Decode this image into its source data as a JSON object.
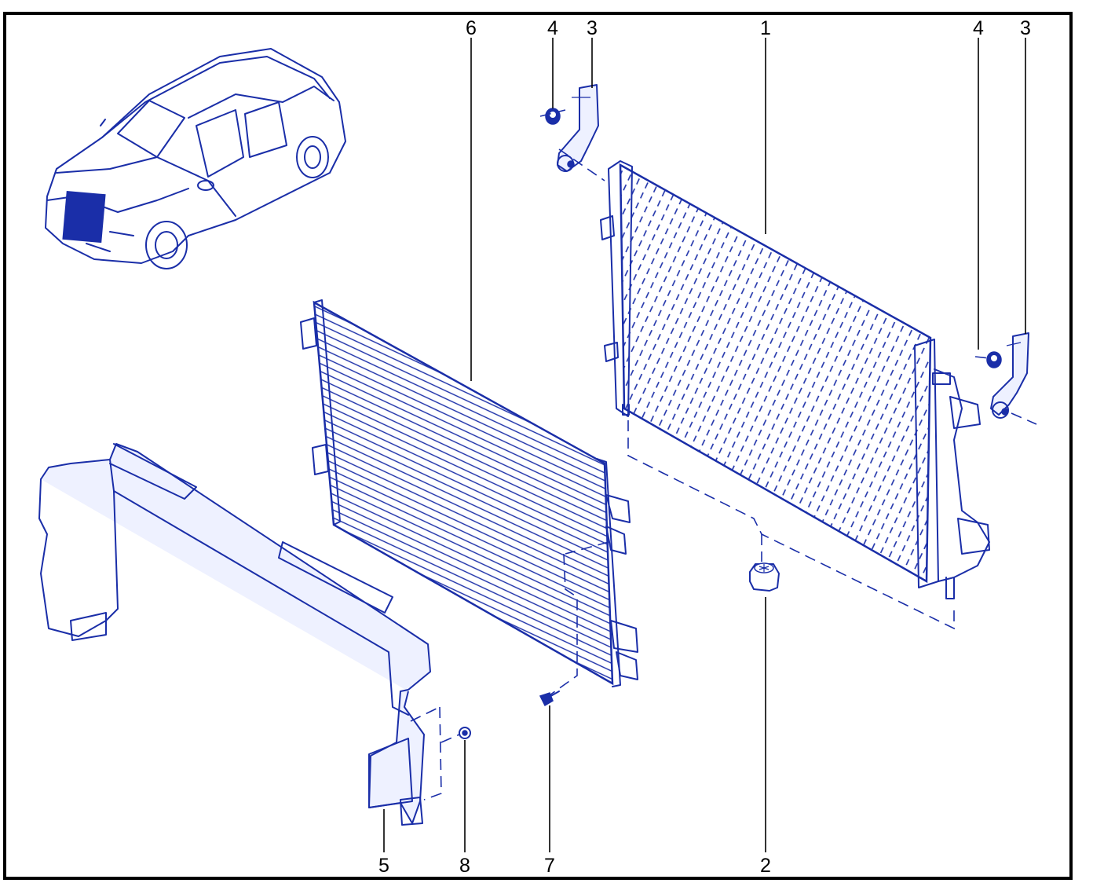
{
  "diagram": {
    "callouts": [
      "6",
      "4",
      "3",
      "1",
      "4",
      "3",
      "5",
      "8",
      "7",
      "2"
    ]
  }
}
